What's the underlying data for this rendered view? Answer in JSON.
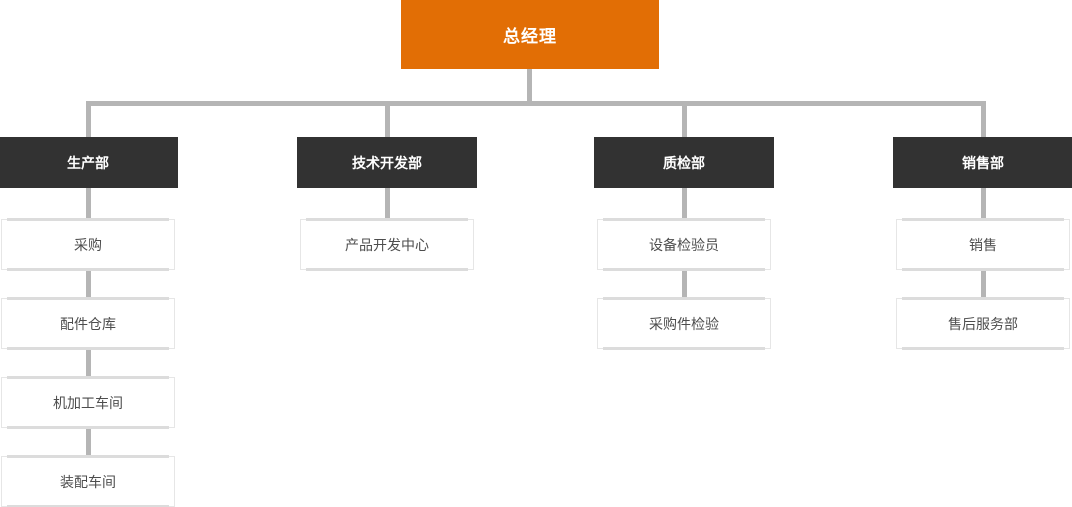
{
  "org_chart": {
    "root": {
      "label": "总经理"
    },
    "departments": [
      {
        "label": "生产部",
        "children": [
          {
            "label": "采购"
          },
          {
            "label": "配件仓库"
          },
          {
            "label": "机加工车间"
          },
          {
            "label": "装配车间"
          }
        ]
      },
      {
        "label": "技术开发部",
        "children": [
          {
            "label": "产品开发中心"
          }
        ]
      },
      {
        "label": "质检部",
        "children": [
          {
            "label": "设备检验员"
          },
          {
            "label": "采购件检验"
          }
        ]
      },
      {
        "label": "销售部",
        "children": [
          {
            "label": "销售"
          },
          {
            "label": "售后服务部"
          }
        ]
      }
    ],
    "colors": {
      "canvas_bg": "#ffffff",
      "root_bg": "#e26e05",
      "root_text": "#ffffff",
      "dept_bg": "#323232",
      "dept_text": "#ffffff",
      "connector": "#b5b5b5",
      "child_bg": "#ffffff",
      "child_border": "#e6e6e6",
      "child_strip": "#dcdcdc",
      "child_text": "#4d4d4d"
    }
  }
}
